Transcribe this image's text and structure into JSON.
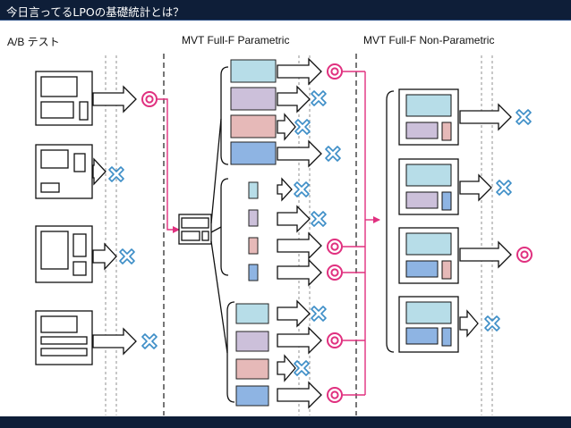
{
  "title": "今日言ってるLPOの基礎統計とは？",
  "sections": {
    "ab": "A/B テスト",
    "parametric": "MVT Full-F Parametric",
    "nonparametric": "MVT Full-F Non-Parametric"
  },
  "colors": {
    "header_bg": "#0e1e38",
    "blue_light": "#b7dde8",
    "purple": "#ccc0da",
    "pink": "#e6b9b8",
    "blue": "#8eb4e3",
    "success_mark": "#e0307f",
    "fail_mark": "#3d8ec7",
    "flow_line": "#e0307f",
    "dashed": "#555555"
  },
  "icons": {
    "success": "double-circle-icon",
    "fail": "cross-icon"
  }
}
